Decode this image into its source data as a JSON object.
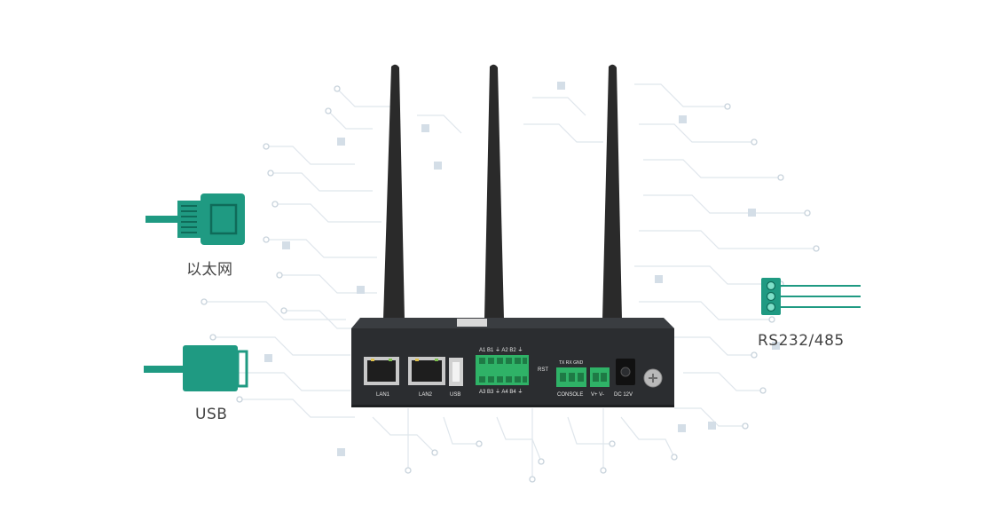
{
  "labels": {
    "ethernet": "以太网",
    "usb": "USB",
    "serial": "RS232/485"
  },
  "device": {
    "ports": {
      "lan1": "LAN1",
      "lan2": "LAN2",
      "usb": "USB",
      "rst": "RST",
      "console": "CONSOLE",
      "power_out": "V+  V-",
      "dc": "DC 12V"
    },
    "terminal_top": "A1 B1 ⏚ A2 B2 ⏚",
    "terminal_bottom": "A3 B3 ⏚ A4 B4 ⏚",
    "console_top": "TX RX GND"
  },
  "colors": {
    "teal": "#1f9a82",
    "teal_dark": "#0f6b59",
    "device_body": "#2b2d30",
    "antenna": "#2a2a2a",
    "circuit": "#dde4ea"
  },
  "icons": [
    "rj45-connector-icon",
    "usb-connector-icon",
    "serial-connector-icon"
  ]
}
